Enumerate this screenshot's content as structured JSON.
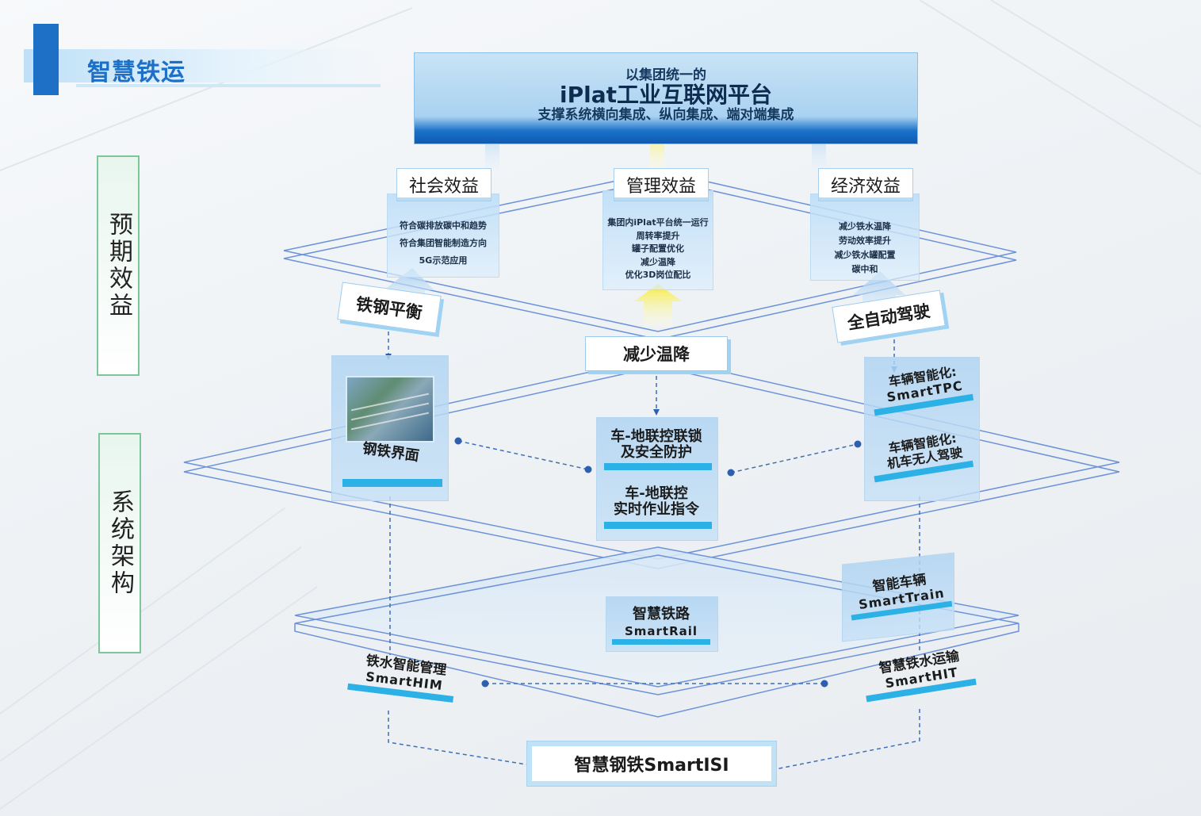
{
  "header": {
    "title": "智慧铁运"
  },
  "side_labels": {
    "expected": "预期效益",
    "system": "系统架构"
  },
  "platform": {
    "line1": "以集团统一的",
    "line2": "iPlat工业互联网平台",
    "line3": "支撑系统横向集成、纵向集成、端对端集成"
  },
  "benefits": {
    "social": {
      "title": "社会效益",
      "items": [
        "符合碳排放碳中和趋势",
        "符合集团智能制造方向",
        "5G示范应用"
      ]
    },
    "management": {
      "title": "管理效益",
      "items": [
        "集团内iPlat平台统一运行",
        "周转率提升",
        "罐子配置优化",
        "减少温降",
        "优化3D岗位配比"
      ]
    },
    "economic": {
      "title": "经济效益",
      "items": [
        "减少铁水温降",
        "劳动效率提升",
        "减少铁水罐配置",
        "碳中和"
      ]
    }
  },
  "pills": {
    "left": "铁钢平衡",
    "center": "减少温降",
    "right": "全自动驾驶"
  },
  "cards": {
    "left": {
      "label": "钢铁界面"
    },
    "center": {
      "line1": "车-地联控联锁",
      "line2": "及安全防护",
      "line3": "车-地联控",
      "line4": "实时作业指令"
    },
    "right": {
      "line1": "车辆智能化:",
      "line2": "SmartTPC",
      "line3": "车辆智能化:",
      "line4": "机车无人驾驶"
    }
  },
  "base": {
    "rail": {
      "cn": "智慧铁路",
      "en": "SmartRail"
    },
    "train": {
      "cn": "智能车辆",
      "en": "SmartTrain"
    },
    "him": {
      "cn": "铁水智能管理",
      "en": "SmartHIM"
    },
    "hit": {
      "cn": "智慧铁水运输",
      "en": "SmartHIT"
    }
  },
  "bottom": {
    "label": "智慧钢铁SmartISI"
  },
  "colors": {
    "accent": "#1e6fc6",
    "cyan": "#2bb1e6",
    "green": "#7cc79a",
    "line": "#5b8fd6",
    "arrow_yellow": "#f2e24a"
  }
}
